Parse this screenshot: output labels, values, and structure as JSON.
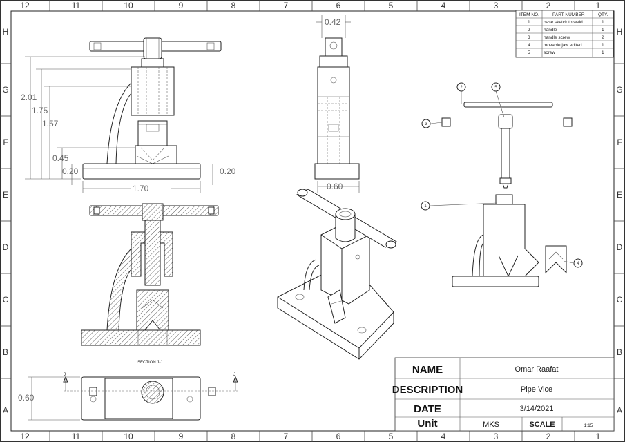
{
  "zones": {
    "columns": [
      "12",
      "11",
      "10",
      "9",
      "8",
      "7",
      "6",
      "5",
      "4",
      "3",
      "2",
      "1"
    ],
    "rows": [
      "H",
      "G",
      "F",
      "E",
      "D",
      "C",
      "B",
      "A"
    ]
  },
  "dimensions": {
    "d1": "2.01",
    "d2": "1.75",
    "d3": "1.57",
    "d4": "0.45",
    "d5": "0.20",
    "d6": "0.20",
    "d7": "1.70",
    "d8": "0.42",
    "d9": "0.60",
    "d10": "0.60"
  },
  "section_label": "SECTION J-J",
  "section_marks": [
    "J",
    "J"
  ],
  "bom": {
    "headers": [
      "ITEM NO.",
      "PART NUMBER",
      "QTY."
    ],
    "rows": [
      [
        "1",
        "base sketck to weld",
        "1"
      ],
      [
        "2",
        "handle",
        "1"
      ],
      [
        "3",
        "handle screw",
        "2"
      ],
      [
        "4",
        "movable jaw edited",
        "1"
      ],
      [
        "5",
        "screw",
        "1"
      ]
    ]
  },
  "balloons": [
    "1",
    "2",
    "3",
    "4",
    "5"
  ],
  "title_block": {
    "name_label": "NAME",
    "name_value": "Omar Raafat",
    "description_label": "DESCRIPTION",
    "description_value": "Pipe Vice",
    "date_label": "DATE",
    "date_value": "3/14/2021",
    "unit_label": "Unit",
    "unit_value": "MKS",
    "scale_label": "SCALE",
    "scale_value": "1:15"
  }
}
